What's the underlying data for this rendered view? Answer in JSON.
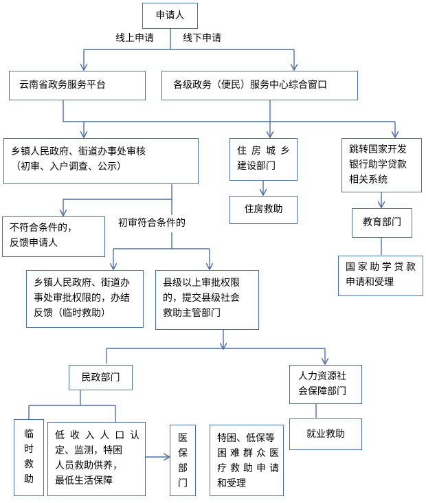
{
  "nodes": {
    "applicant": "申请人",
    "online_platform": "云南省政务服务平台",
    "offline_window": "各级政务（便民）服务中心综合窗口",
    "township_review": [
      "乡镇人民政府、街道办事处审核",
      "（初审、入户调查、公示）"
    ],
    "housing_dept": [
      "住 房 城 乡",
      "建设部门"
    ],
    "housing_aid": "住房救助",
    "loan_system": [
      "跳转国家开发",
      "银行助学贷款",
      "相关系统"
    ],
    "education_dept": "教育部门",
    "student_loan": [
      "国家助学贷款",
      "申请和受理"
    ],
    "not_eligible": [
      "不符合条件的，",
      "反馈申请人"
    ],
    "township_final": [
      "乡镇人民政府、街道办",
      "事处审批权限的，办结",
      "反馈（临时救助）"
    ],
    "county_approval": [
      "县级以上审批权限",
      "的，提交县级社会",
      "救助主管部门"
    ],
    "civil_affairs": "民政部门",
    "hr_social": [
      "人力资源社",
      "会保障部门"
    ],
    "employment_aid": "就业救助",
    "temp_aid": [
      "临",
      "时",
      "救",
      "助"
    ],
    "low_income": [
      "低 收 入 人 口 认",
      "定、监测，特困",
      "人员救助供养，",
      "最低生活保障"
    ],
    "medical_dept": [
      "医",
      "保",
      "部",
      "门"
    ],
    "medical_aid": [
      "特困、低保等",
      "困难群众医",
      "疗救助申请",
      "和受理"
    ]
  },
  "labels": {
    "online": "线上申请",
    "offline": "线下申请",
    "eligible": "初审符合条件的"
  },
  "colors": {
    "line": "#4a6fa5",
    "border": "#4a6fa5"
  }
}
